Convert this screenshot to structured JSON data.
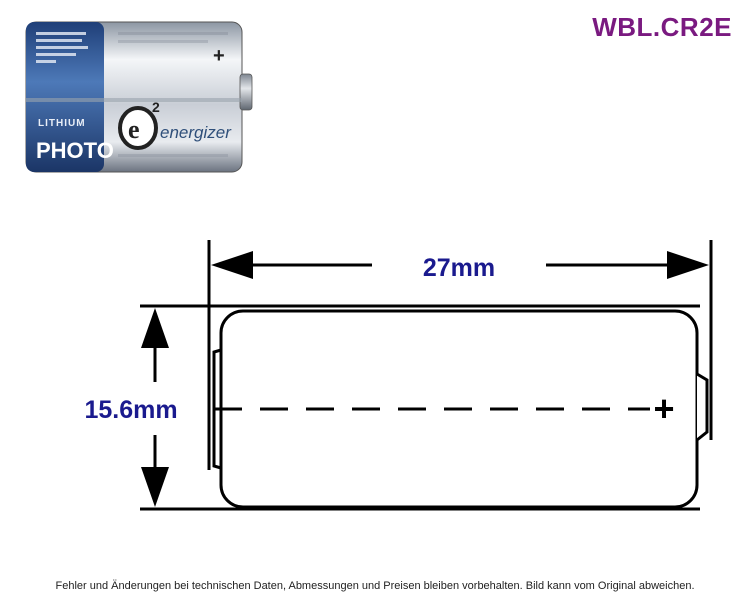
{
  "product_code": "WBL.CR2E",
  "battery_photo": {
    "brand_text": "energizer",
    "logo_text": "e2",
    "chemistry_text": "LITHIUM",
    "type_text": "PHOTO",
    "plus_symbol": "+"
  },
  "dimensions": {
    "length_label": "27mm",
    "diameter_label": "15.6mm",
    "terminal_symbol": "+"
  },
  "footer_text": "Fehler und Änderungen bei technischen Daten, Abmessungen und Preisen bleiben vorbehalten. Bild kann vom Original abweichen.",
  "colors": {
    "label_blue": "#1a1a8e",
    "code_purple": "#7a1a80",
    "line_black": "#000000",
    "battery_blue": "#2f5a9c"
  }
}
